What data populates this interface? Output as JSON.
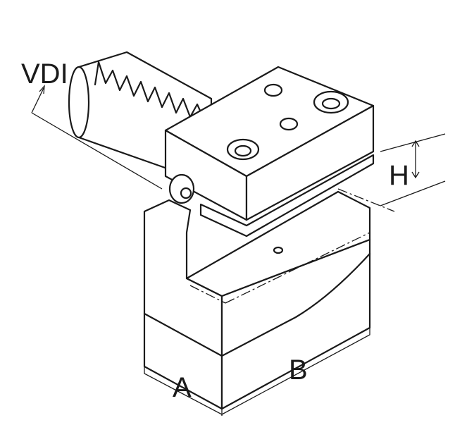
{
  "labels": {
    "vdi": "VDI",
    "h": "H",
    "a": "A",
    "b": "B"
  }
}
